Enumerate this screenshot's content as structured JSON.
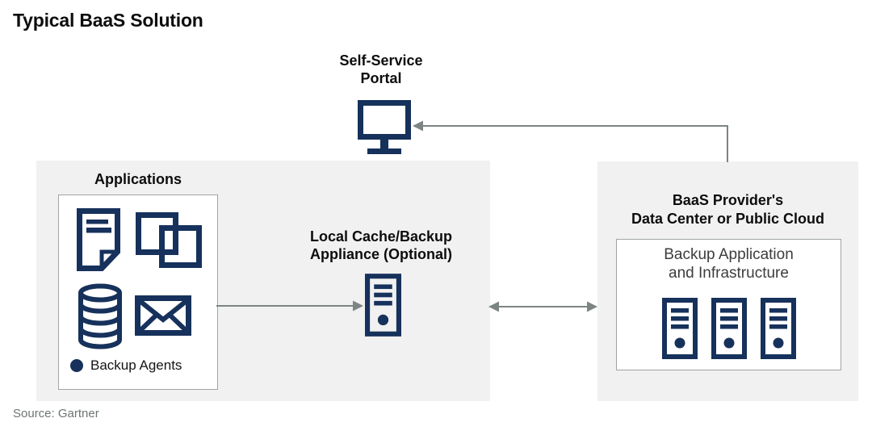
{
  "title": "Typical BaaS Solution",
  "source": "Source: Gartner",
  "colors": {
    "navy": "#16315B",
    "box_background": "#F1F1F1",
    "arrow_gray": "#7D8584",
    "inner_border_gray": "#9FA5A5"
  },
  "nodes": {
    "portal": {
      "label_lines": [
        "Self-Service",
        "Portal"
      ],
      "icon": "monitor-icon"
    },
    "applications": {
      "label": "Applications",
      "icons": [
        "document-icon",
        "overlapping-squares-icon",
        "database-icon",
        "envelope-icon"
      ],
      "agents_label": "Backup Agents"
    },
    "appliance": {
      "label_lines": [
        "Local Cache/Backup",
        "Appliance (Optional)"
      ],
      "icon": "server-tower-icon"
    },
    "provider": {
      "label_lines": [
        "BaaS Provider's",
        "Data Center or Public Cloud"
      ],
      "inner_lines": [
        "Backup Application",
        "and Infrastructure"
      ],
      "icons": [
        "server-tower-icon",
        "server-tower-icon",
        "server-tower-icon"
      ]
    }
  },
  "arrows": [
    {
      "from": "applications",
      "to": "appliance",
      "direction": "right"
    },
    {
      "from": "appliance",
      "to": "provider",
      "direction": "both"
    },
    {
      "from": "provider",
      "to": "portal",
      "direction": "left"
    }
  ]
}
